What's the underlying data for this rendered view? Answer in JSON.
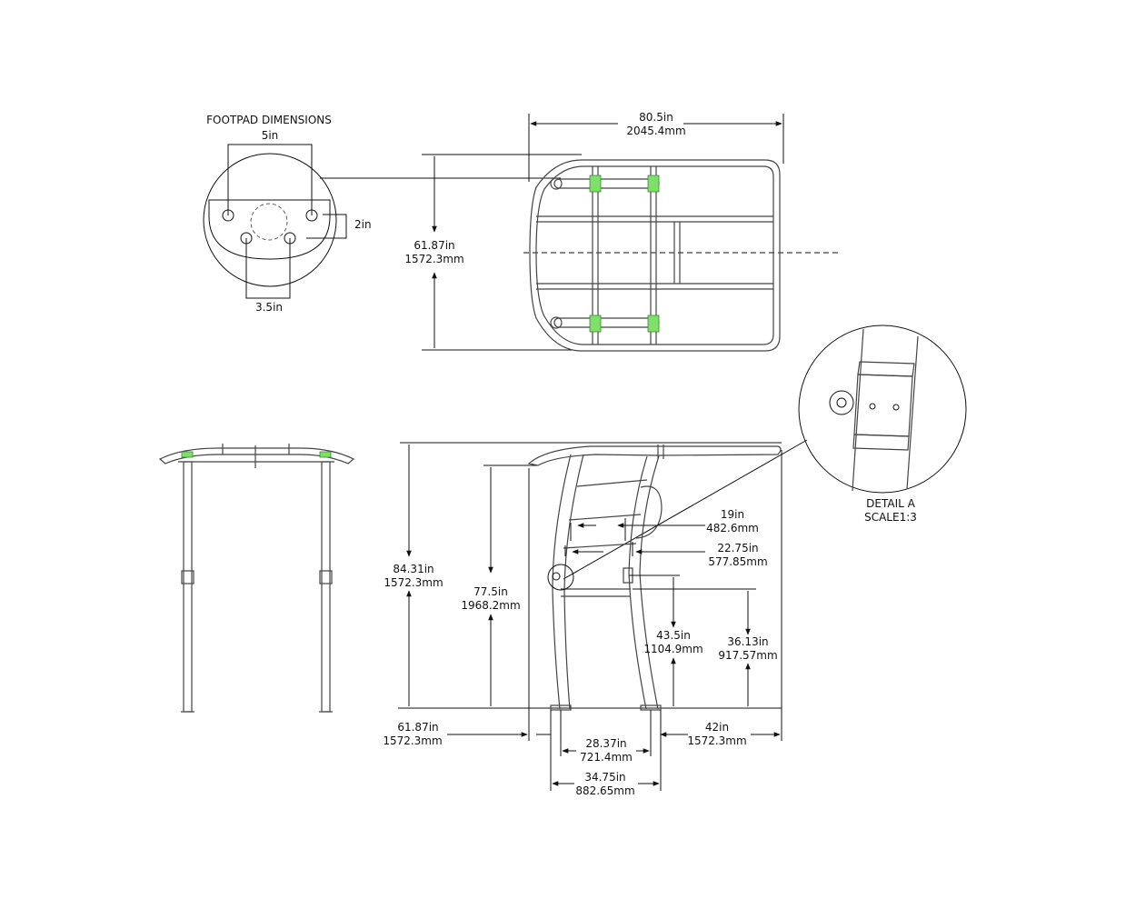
{
  "footpad": {
    "title": "FOOTPAD DIMENSIONS",
    "width": "5in",
    "height": "2in",
    "spacing": "3.5in"
  },
  "top_view": {
    "width_in": "80.5in",
    "width_mm": "2045.4mm",
    "depth_in": "61.87in",
    "depth_mm": "1572.3mm"
  },
  "detail": {
    "name": "DETAIL A",
    "scale": "SCALE1:3"
  },
  "side_view": {
    "overall_height_in": "84.31in",
    "overall_height_mm": "1572.3mm",
    "inner_height_in": "77.5in",
    "inner_height_mm": "1968.2mm",
    "dim_19_in": "19in",
    "dim_19_mm": "482.6mm",
    "dim_2275_in": "22.75in",
    "dim_2275_mm": "577.85mm",
    "dim_435_in": "43.5in",
    "dim_435_mm": "1104.9mm",
    "dim_3613_in": "36.13in",
    "dim_3613_mm": "917.57mm",
    "rear_offset_in": "61.87in",
    "rear_offset_mm": "1572.3mm",
    "front_offset_in": "42in",
    "front_offset_mm": "1572.3mm",
    "base_inner_in": "28.37in",
    "base_inner_mm": "721.4mm",
    "base_outer_in": "34.75in",
    "base_outer_mm": "882.65mm"
  },
  "colors": {
    "accent": "#7ee06a"
  }
}
